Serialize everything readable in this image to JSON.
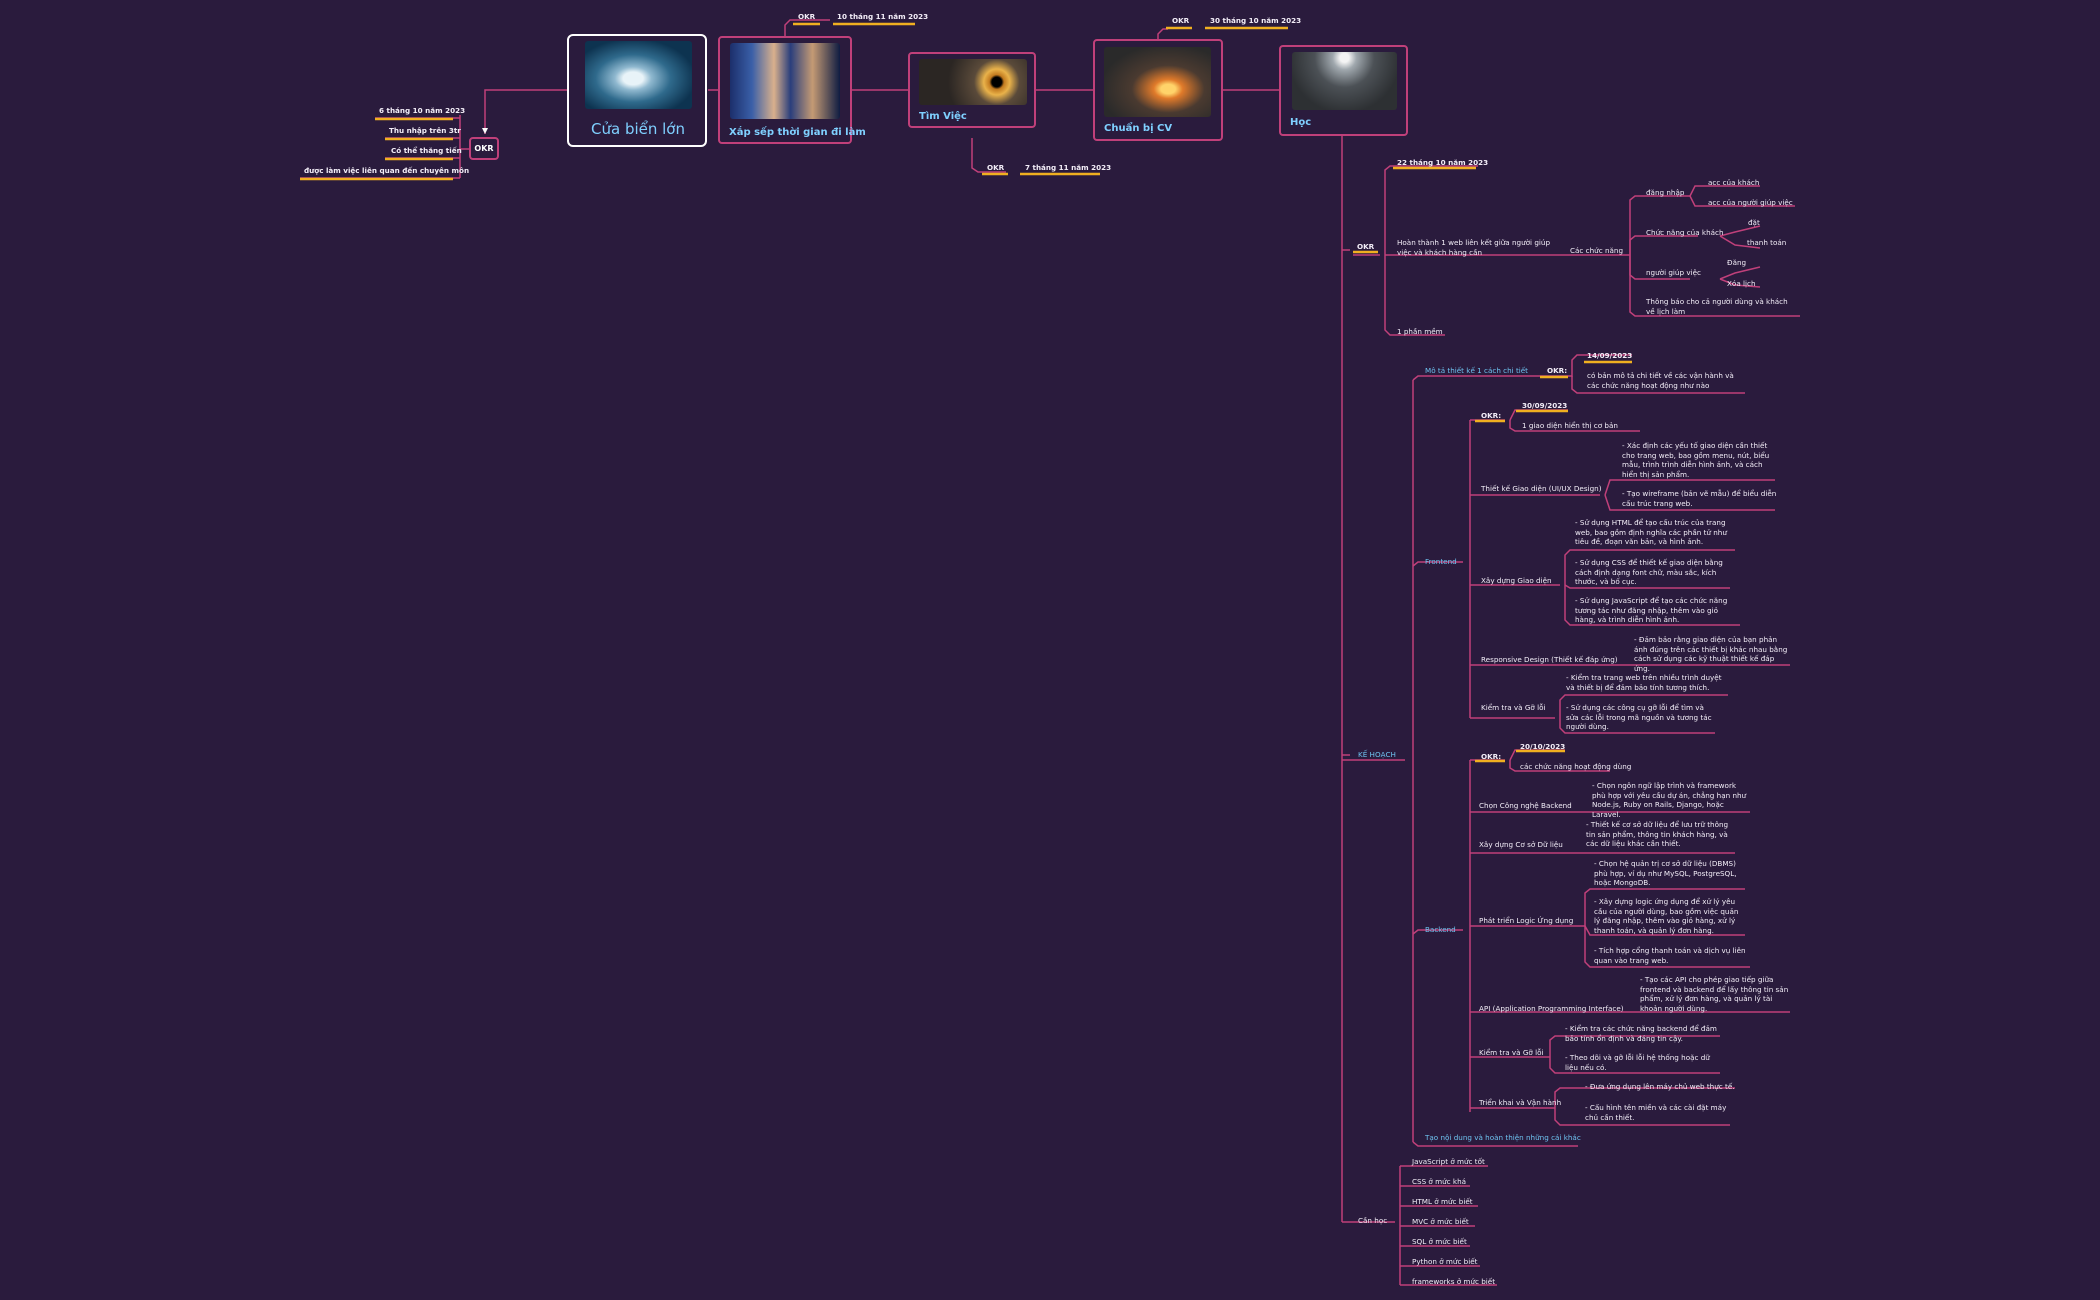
{
  "colors": {
    "background": "#2a1b3d",
    "branch": "#c0407a",
    "date_underline": "#f0b020",
    "blue_text": "#6ec3f0",
    "root_border": "#ffffff"
  },
  "root": {
    "label": "Cửa biển lớn",
    "image": "ocean-wave-illustration"
  },
  "top_nodes": {
    "xep": {
      "label": "Xắp sếp thời gian đi làm",
      "image": "boxing-match-photo"
    },
    "tim": {
      "label": "Tìm Việc",
      "image": "owl-eye-photo"
    },
    "chuan": {
      "label": "Chuẩn bị CV",
      "image": "blacksmith-forge-photo"
    },
    "hoc": {
      "label": "Học",
      "image": "light-beam-hall-photo"
    }
  },
  "okr_tags": {
    "xep": {
      "okr": "OKR",
      "date": "10 tháng 11 năm 2023"
    },
    "chuan": {
      "okr": "OKR",
      "date": "30 tháng 10 năm 2023"
    },
    "tim": {
      "okr": "OKR",
      "date": "7 tháng 11 năm 2023"
    }
  },
  "left_okr": {
    "label": "OKR",
    "items": [
      "6 tháng 10 năm 2023",
      "Thu nhập trên 3tr",
      "Có thể thăng tiến",
      "được làm việc liên quan đến chuyên môn"
    ]
  },
  "hoc_branch": {
    "okr": {
      "label": "OKR",
      "date": "22 tháng 10 năm 2023",
      "goal": "Hoàn thành 1 web liên kết giữa người giúp việc và khách hàng cần",
      "functions": "Các chức năng",
      "dang_nhap": "đăng nhập",
      "acc_khach": "acc của khách",
      "acc_giup": "acc của người giúp việc",
      "chuc_nang_khach": "Chức năng của khách",
      "dat": "đặt",
      "thanh_toan": "thanh toán",
      "nguoi_giup": "người giúp việc",
      "dang": "Đăng",
      "xoa": "Xóa lịch",
      "thong_bao": "Thông báo cho cả người dùng và khách về lịch làm",
      "phan_mem": "1 phần mềm"
    },
    "ke_hoach": {
      "label": "KẾ HOẠCH",
      "mo_ta": {
        "label": "Mô tả thiết kế 1 cách chi tiết",
        "okr": "OKR:",
        "date": "14/09/2023",
        "text": "có bản mô tả chi tiết về các vận hành và các chức năng hoạt động như nào"
      },
      "frontend": {
        "label": "Frontend",
        "okr": "OKR:",
        "date": "30/09/2023",
        "okr_text": "1 giao diện hiển thị cơ bản",
        "uiux": {
          "label": "Thiết kế Giao diện (UI/UX Design)",
          "items": [
            "- Xác định các yếu tố giao diện cần thiết cho trang web, bao gồm menu, nút, biểu mẫu, trình trình diễn hình ảnh, và cách hiển thị sản phẩm.",
            "- Tạo wireframe (bản vẽ mẫu) để biểu diễn cấu trúc trang web."
          ]
        },
        "xay_dung": {
          "label": "Xây dựng Giao diện",
          "items": [
            "- Sử dụng HTML để tạo cấu trúc của trang web, bao gồm định nghĩa các phần tử như tiêu đề, đoạn văn bản, và hình ảnh.",
            "- Sử dụng CSS để thiết kế giao diện bằng cách định dạng font chữ, màu sắc, kích thước, và bố cục.",
            "- Sử dụng JavaScript để tạo các chức năng tương tác như đăng nhập, thêm vào giỏ hàng, và trình diễn hình ảnh."
          ]
        },
        "responsive": {
          "label": "Responsive Design (Thiết kế đáp ứng)",
          "items": [
            "- Đảm bảo rằng giao diện của bạn phản ánh đúng trên các thiết bị khác nhau bằng cách sử dụng các kỹ thuật thiết kế đáp ứng."
          ]
        },
        "kiem_tra": {
          "label": "Kiểm tra và Gỡ lỗi",
          "items": [
            "- Kiểm tra trang web trên nhiều trình duyệt và thiết bị để đảm bảo tính tương thích.",
            "- Sử dụng các công cụ gỡ lỗi để tìm và sửa các lỗi trong mã nguồn và tương tác người dùng."
          ]
        }
      },
      "backend": {
        "label": "Backend",
        "okr": "OKR:",
        "date": "20/10/2023",
        "okr_text": "các chức năng hoạt động dùng",
        "chon": {
          "label": "Chọn Công nghệ Backend",
          "items": [
            "- Chọn ngôn ngữ lập trình và framework phù hợp với yêu cầu dự án, chẳng hạn như Node.js, Ruby on Rails, Django, hoặc Laravel."
          ]
        },
        "csdl": {
          "label": "Xây dựng Cơ sở Dữ liệu",
          "items": [
            "- Thiết kế cơ sở dữ liệu để lưu trữ thông tin sản phẩm, thông tin khách hàng, và các dữ liệu khác cần thiết."
          ]
        },
        "logic": {
          "label": "Phát triển Logic Ứng dụng",
          "items": [
            "- Chọn hệ quản trị cơ sở dữ liệu (DBMS) phù hợp, ví dụ như MySQL, PostgreSQL, hoặc MongoDB.",
            "- Xây dựng logic ứng dụng để xử lý yêu cầu của người dùng, bao gồm việc quản lý đăng nhập, thêm vào giỏ hàng, xử lý thanh toán, và quản lý đơn hàng.",
            "- Tích hợp cổng thanh toán và dịch vụ liên quan vào trang web."
          ]
        },
        "api": {
          "label": "API (Application Programming Interface)",
          "items": [
            "- Tạo các API cho phép giao tiếp giữa frontend và backend để lấy thông tin sản phẩm, xử lý đơn hàng, và quản lý tài khoản người dùng."
          ]
        },
        "kiem_tra": {
          "label": "Kiểm tra và Gỡ lỗi",
          "items": [
            "- Kiểm tra các chức năng backend để đảm bảo tính ổn định và đáng tin cậy.",
            "- Theo dõi và gỡ lỗi lỗi hệ thống hoặc dữ liệu nếu có."
          ]
        },
        "trien_khai": {
          "label": "Triển khai và Vận hành",
          "items": [
            "- Đưa ứng dụng lên máy chủ web thực tế.",
            "- Cấu hình tên miền và các cài đặt máy chủ cần thiết."
          ]
        }
      },
      "tao_noi_dung": "Tạo nội dung và hoàn thiện những cái khác"
    },
    "can_hoc": {
      "label": "Cần học",
      "items": [
        "JavaScript ở mức tốt",
        "CSS ở mức khá",
        "HTML ở mức biết",
        "MVC ở mức biết",
        "SQL ở mức biết",
        "Python ở mức biết",
        "frameworks ở mức biết"
      ]
    }
  }
}
